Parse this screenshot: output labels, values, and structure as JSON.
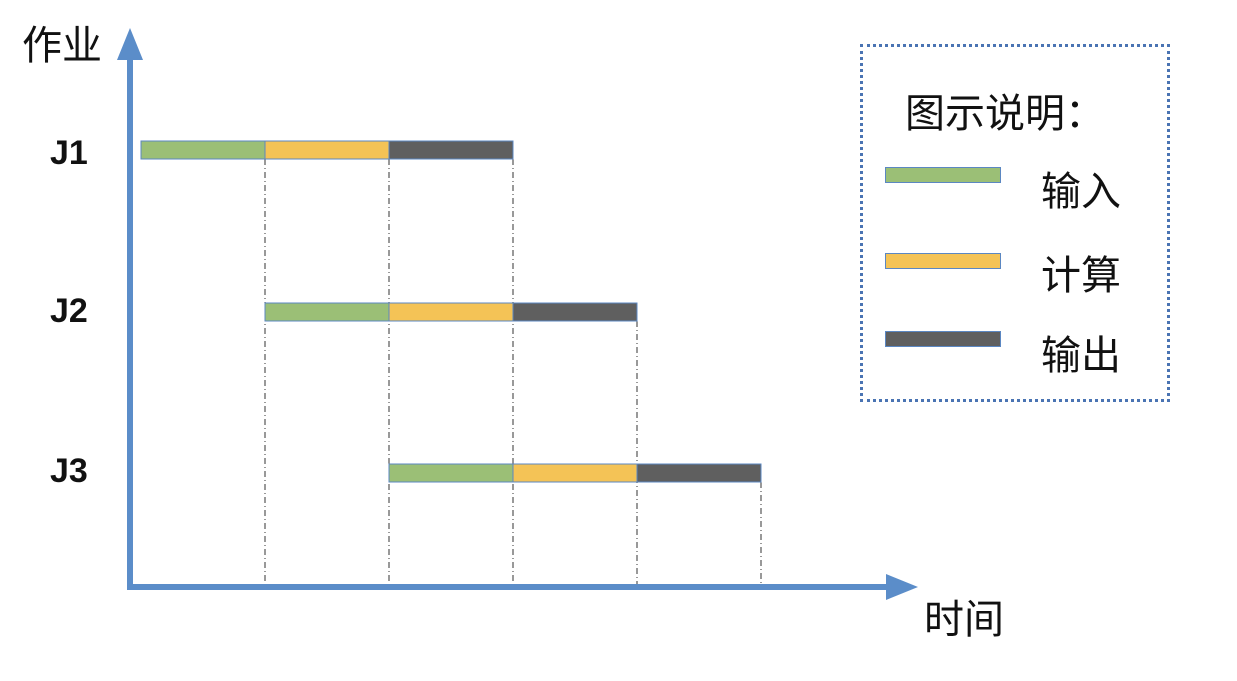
{
  "diagram": {
    "y_axis_label": "作业",
    "x_axis_label": "时间",
    "jobs": [
      {
        "label": "J1",
        "segments": [
          {
            "phase": "input",
            "start": 0,
            "end": 1
          },
          {
            "phase": "compute",
            "start": 1,
            "end": 2
          },
          {
            "phase": "output",
            "start": 2,
            "end": 3
          }
        ]
      },
      {
        "label": "J2",
        "segments": [
          {
            "phase": "input",
            "start": 1,
            "end": 2
          },
          {
            "phase": "compute",
            "start": 2,
            "end": 3
          },
          {
            "phase": "output",
            "start": 3,
            "end": 4
          }
        ]
      },
      {
        "label": "J3",
        "segments": [
          {
            "phase": "input",
            "start": 2,
            "end": 3
          },
          {
            "phase": "compute",
            "start": 3,
            "end": 4
          },
          {
            "phase": "output",
            "start": 4,
            "end": 5
          }
        ]
      }
    ],
    "legend": {
      "title": "图示说明：",
      "items": [
        {
          "phase": "input",
          "label": "输入"
        },
        {
          "phase": "compute",
          "label": "计算"
        },
        {
          "phase": "output",
          "label": "输出"
        }
      ]
    },
    "colors": {
      "input": "#9bbf76",
      "compute": "#f4c356",
      "output": "#5f5f5f",
      "axis": "#5b8dc9",
      "legend_border": "#4a74b3"
    }
  }
}
